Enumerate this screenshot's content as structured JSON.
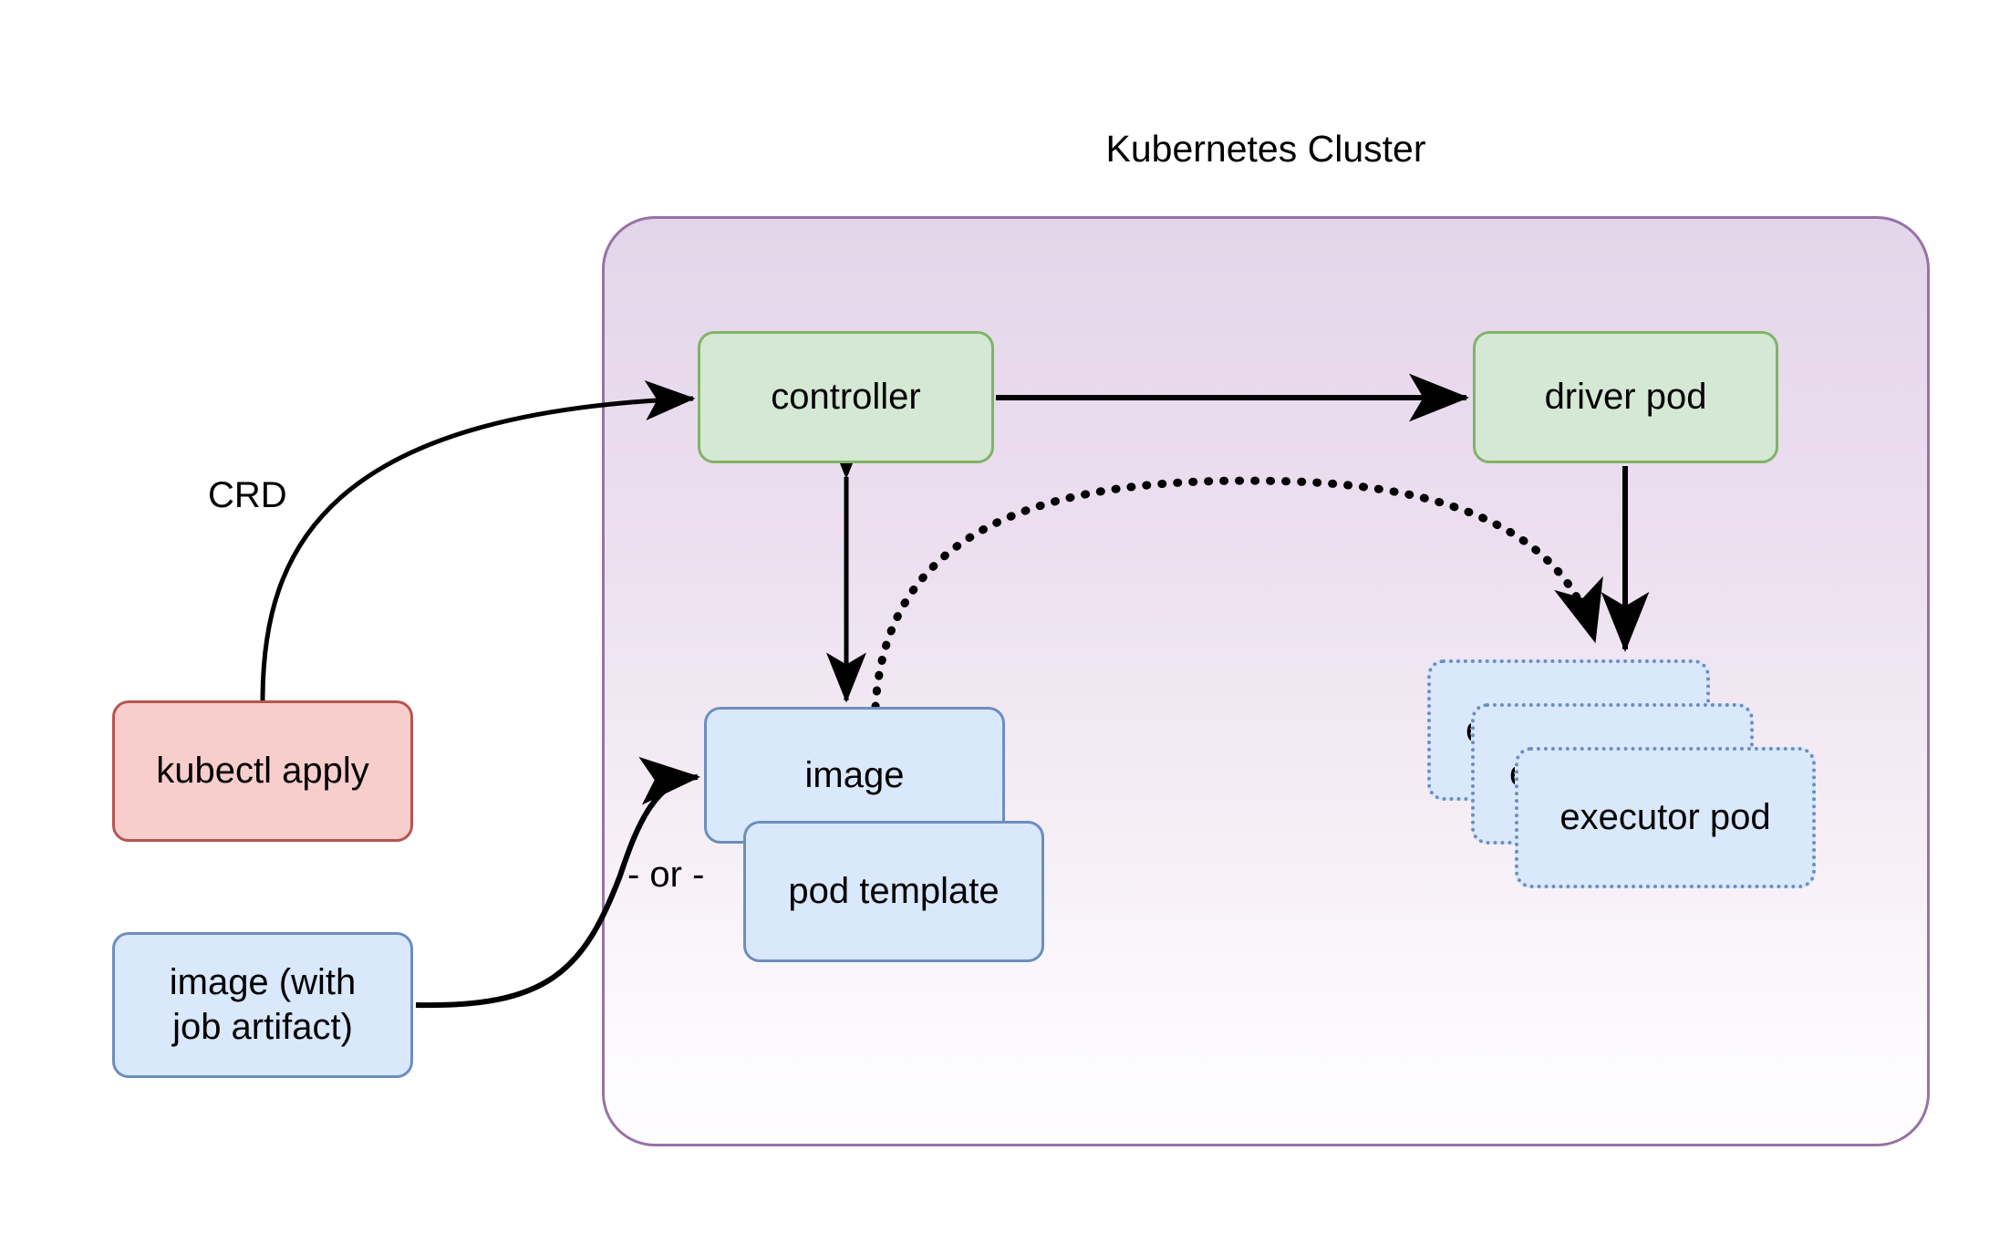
{
  "diagram": {
    "title": "Kubernetes Cluster",
    "cluster": {
      "label": "Kubernetes Cluster",
      "border_color": "#9673a6",
      "fill_gradient_top": "#e4d6ea",
      "fill_gradient_bottom": "#fefdfe"
    },
    "colors": {
      "green_fill": "#d5e8d4",
      "green_border": "#82b366",
      "blue_fill": "#dae8fc",
      "blue_border": "#6c8ebf",
      "red_fill": "#f8cecc",
      "red_border": "#b85450",
      "purple_border": "#9673a6",
      "edge_color": "#000000"
    },
    "nodes": [
      {
        "id": "controller",
        "label": "controller",
        "style": "green"
      },
      {
        "id": "driver-pod",
        "label": "driver pod",
        "style": "green"
      },
      {
        "id": "executor-pod-1",
        "label": "executor pod",
        "style": "blue-dotted"
      },
      {
        "id": "executor-pod-2",
        "label": "e",
        "style": "blue-dotted"
      },
      {
        "id": "executor-pod-3",
        "label": "e",
        "style": "blue-dotted"
      },
      {
        "id": "image",
        "label": "image",
        "style": "blue"
      },
      {
        "id": "pod-template",
        "label": "pod template",
        "style": "blue"
      },
      {
        "id": "kubectl-apply",
        "label": "kubectl apply",
        "style": "red"
      },
      {
        "id": "image-job",
        "label": "image (with\njob artifact)",
        "style": "blue"
      }
    ],
    "edge_labels": {
      "crd": "CRD",
      "or": "- or -"
    },
    "edges": [
      {
        "from": "kubectl-apply",
        "to": "controller",
        "label": "CRD",
        "style": "solid",
        "arrow": "end"
      },
      {
        "from": "controller",
        "to": "driver-pod",
        "label": "",
        "style": "solid",
        "arrow": "end"
      },
      {
        "from": "controller",
        "to": "image",
        "label": "",
        "style": "solid",
        "arrow": "both"
      },
      {
        "from": "image",
        "to": "executor-pod-3",
        "label": "",
        "style": "dotted",
        "arrow": "end"
      },
      {
        "from": "driver-pod",
        "to": "executor-pod-3",
        "label": "",
        "style": "solid",
        "arrow": "end"
      },
      {
        "from": "image-job",
        "to": "image",
        "label": "- or -",
        "style": "solid",
        "arrow": "end"
      }
    ]
  }
}
